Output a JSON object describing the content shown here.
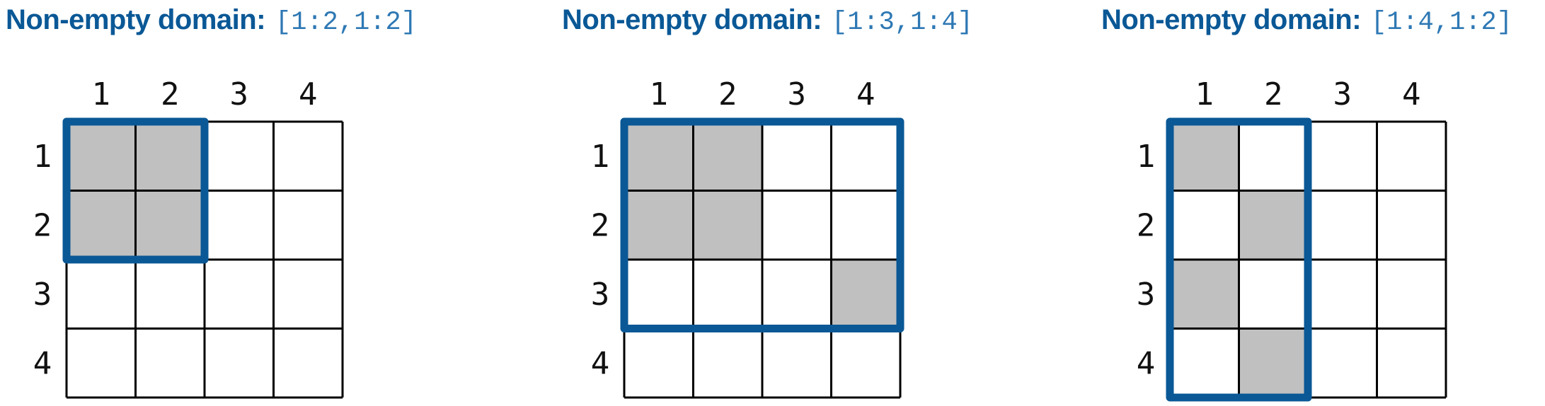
{
  "colors": {
    "title": "#0a5896",
    "code": "#2e78b4",
    "domain_border": "#0a5896",
    "filled_cell": "#c0c0c0",
    "grid_line": "#000000"
  },
  "panels": [
    {
      "title": "Non-empty domain:",
      "domain": "[1:2,1:2]",
      "col_labels": [
        "1",
        "2",
        "3",
        "4"
      ],
      "row_labels": [
        "1",
        "2",
        "3",
        "4"
      ],
      "filled": [
        [
          1,
          1
        ],
        [
          1,
          2
        ],
        [
          2,
          1
        ],
        [
          2,
          2
        ]
      ],
      "domain_rows": [
        1,
        2
      ],
      "domain_cols": [
        1,
        2
      ]
    },
    {
      "title": "Non-empty domain:",
      "domain": "[1:3,1:4]",
      "col_labels": [
        "1",
        "2",
        "3",
        "4"
      ],
      "row_labels": [
        "1",
        "2",
        "3",
        "4"
      ],
      "filled": [
        [
          1,
          1
        ],
        [
          1,
          2
        ],
        [
          2,
          1
        ],
        [
          2,
          2
        ],
        [
          3,
          4
        ]
      ],
      "domain_rows": [
        1,
        3
      ],
      "domain_cols": [
        1,
        4
      ]
    },
    {
      "title": "Non-empty domain:",
      "domain": "[1:4,1:2]",
      "col_labels": [
        "1",
        "2",
        "3",
        "4"
      ],
      "row_labels": [
        "1",
        "2",
        "3",
        "4"
      ],
      "filled": [
        [
          1,
          1
        ],
        [
          2,
          2
        ],
        [
          3,
          1
        ],
        [
          4,
          2
        ]
      ],
      "domain_rows": [
        1,
        4
      ],
      "domain_cols": [
        1,
        2
      ]
    }
  ]
}
